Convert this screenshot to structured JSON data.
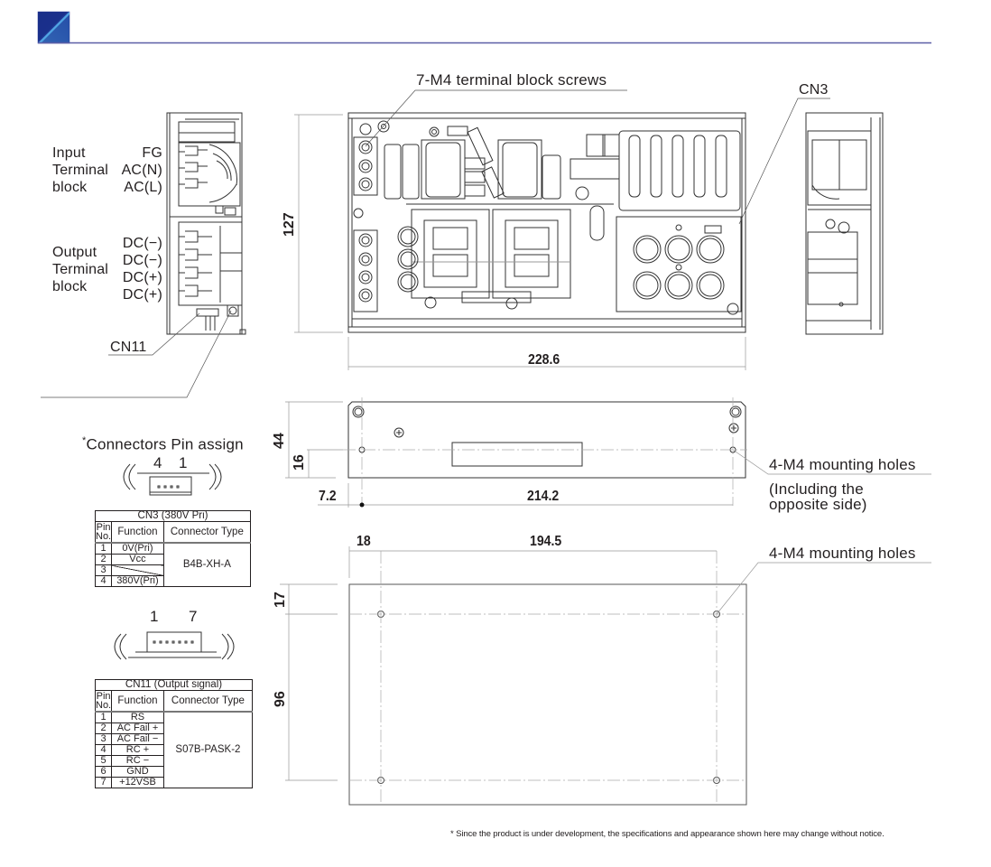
{
  "header": {
    "badge_icon": "blue-gradient-square-icon",
    "rule_color": "#5b5ea6",
    "badge_colors": [
      "#1a2f8a",
      "#3d8fd6"
    ]
  },
  "drawing": {
    "callouts": {
      "terminal_screws": "7-M4 terminal block screws",
      "cn3": "CN3",
      "cn11": "CN11",
      "mounting_holes_side": "4-M4 mounting holes",
      "mounting_holes_side_note_1": "(Including the",
      "mounting_holes_side_note_2": "opposite side)",
      "mounting_holes_bottom": "4-M4 mounting holes"
    },
    "input_terminal": {
      "label_lines": [
        "Input",
        "Terminal",
        "block"
      ],
      "pins": [
        "FG",
        "AC(N)",
        "AC(L)"
      ]
    },
    "output_terminal": {
      "label_lines": [
        "Output",
        "Terminal",
        "block"
      ],
      "pins": [
        "DC(−)",
        "DC(−)",
        "DC(+)",
        "DC(+)"
      ]
    },
    "dimensions": {
      "top_height": "127",
      "top_width": "228.6",
      "side_height": "44",
      "side_hole_height": "16",
      "side_offset": "7.2",
      "side_hole_pitch": "214.2",
      "bottom_offset_x": "18",
      "bottom_hole_pitch_x": "194.5",
      "bottom_offset_y": "17",
      "bottom_hole_pitch_y": "96"
    }
  },
  "connectors": {
    "title_mark": "*",
    "title": "Connectors Pin assign",
    "cn3": {
      "pin_numbers": [
        "4",
        "1"
      ],
      "caption": "CN3 (380V Pri)",
      "col_pin": [
        "Pin",
        "No."
      ],
      "col_function": "Function",
      "col_type": "Connector Type",
      "rows": [
        {
          "pin": "1",
          "function": "0V(Pri)"
        },
        {
          "pin": "2",
          "function": "Vcc"
        },
        {
          "pin": "3",
          "function": ""
        },
        {
          "pin": "4",
          "function": "380V(Pri)"
        }
      ],
      "connector_type": "B4B-XH-A"
    },
    "cn11": {
      "pin_numbers": [
        "1",
        "7"
      ],
      "caption": "CN11 (Output signal)",
      "col_pin": [
        "Pin",
        "No."
      ],
      "col_function": "Function",
      "col_type": "Connector Type",
      "rows": [
        {
          "pin": "1",
          "function": "RS"
        },
        {
          "pin": "2",
          "function": "AC Fail +"
        },
        {
          "pin": "3",
          "function": "AC Fail −"
        },
        {
          "pin": "4",
          "function": "RC +"
        },
        {
          "pin": "5",
          "function": "RC −"
        },
        {
          "pin": "6",
          "function": "GND"
        },
        {
          "pin": "7",
          "function": "+12VSB"
        }
      ],
      "connector_type": "S07B-PASK-2"
    }
  },
  "footnote": "* Since the product is under development, the specifications and appearance shown here may change without notice."
}
